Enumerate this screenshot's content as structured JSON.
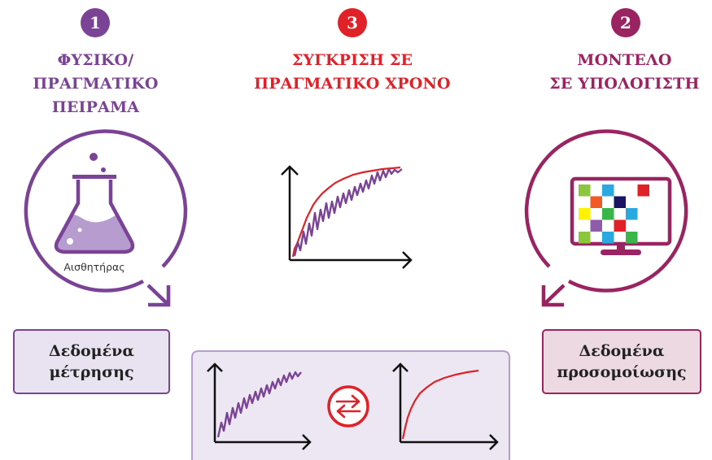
{
  "colors": {
    "purple": "#7b4396",
    "red": "#e02128",
    "magenta": "#9a2361",
    "box_left_bg": "#e9e3f1",
    "box_right_bg": "#ecd9e1",
    "compare_bg": "#ece7f2"
  },
  "steps": [
    {
      "number": "1",
      "lines": [
        "ΦΥΣΙΚΟ/",
        "ΠΡΑΓΜΑΤΙΚΟ",
        "ΠΕΙΡΑΜΑ"
      ],
      "color": "#7b4396"
    },
    {
      "number": "3",
      "lines": [
        "ΣΥΓΚΡΙΣΗ ΣΕ",
        "ΠΡΑΓΜΑΤΙΚΟ ΧΡΟΝΟ"
      ],
      "color": "#e02128"
    },
    {
      "number": "2",
      "lines": [
        "ΜΟΝΤΕΛΟ",
        "ΣΕ ΥΠΟΛΟΓΙΣΤΗ"
      ],
      "color": "#9a2361"
    }
  ],
  "experiment": {
    "icon": "flask-icon",
    "sensor_label": "Αισθητήρας"
  },
  "model": {
    "icon": "monitor-icon",
    "pixel_colors": [
      "#8cc63f",
      "#29a9e0",
      "#f15a24",
      "#1b1464",
      "#fff200",
      "#39b54a",
      "#29a9e0",
      "#8e5ca8",
      "#e02128",
      "#8cc63f",
      "#29a9e0",
      "#39b54a",
      "#e02128"
    ]
  },
  "boxes": {
    "measurement": [
      "Δεδομένα",
      "μέτρησης"
    ],
    "simulation": [
      "Δεδομένα",
      "προσομοίωσης"
    ]
  },
  "compare": {
    "icon": "swap-arrows-icon"
  }
}
